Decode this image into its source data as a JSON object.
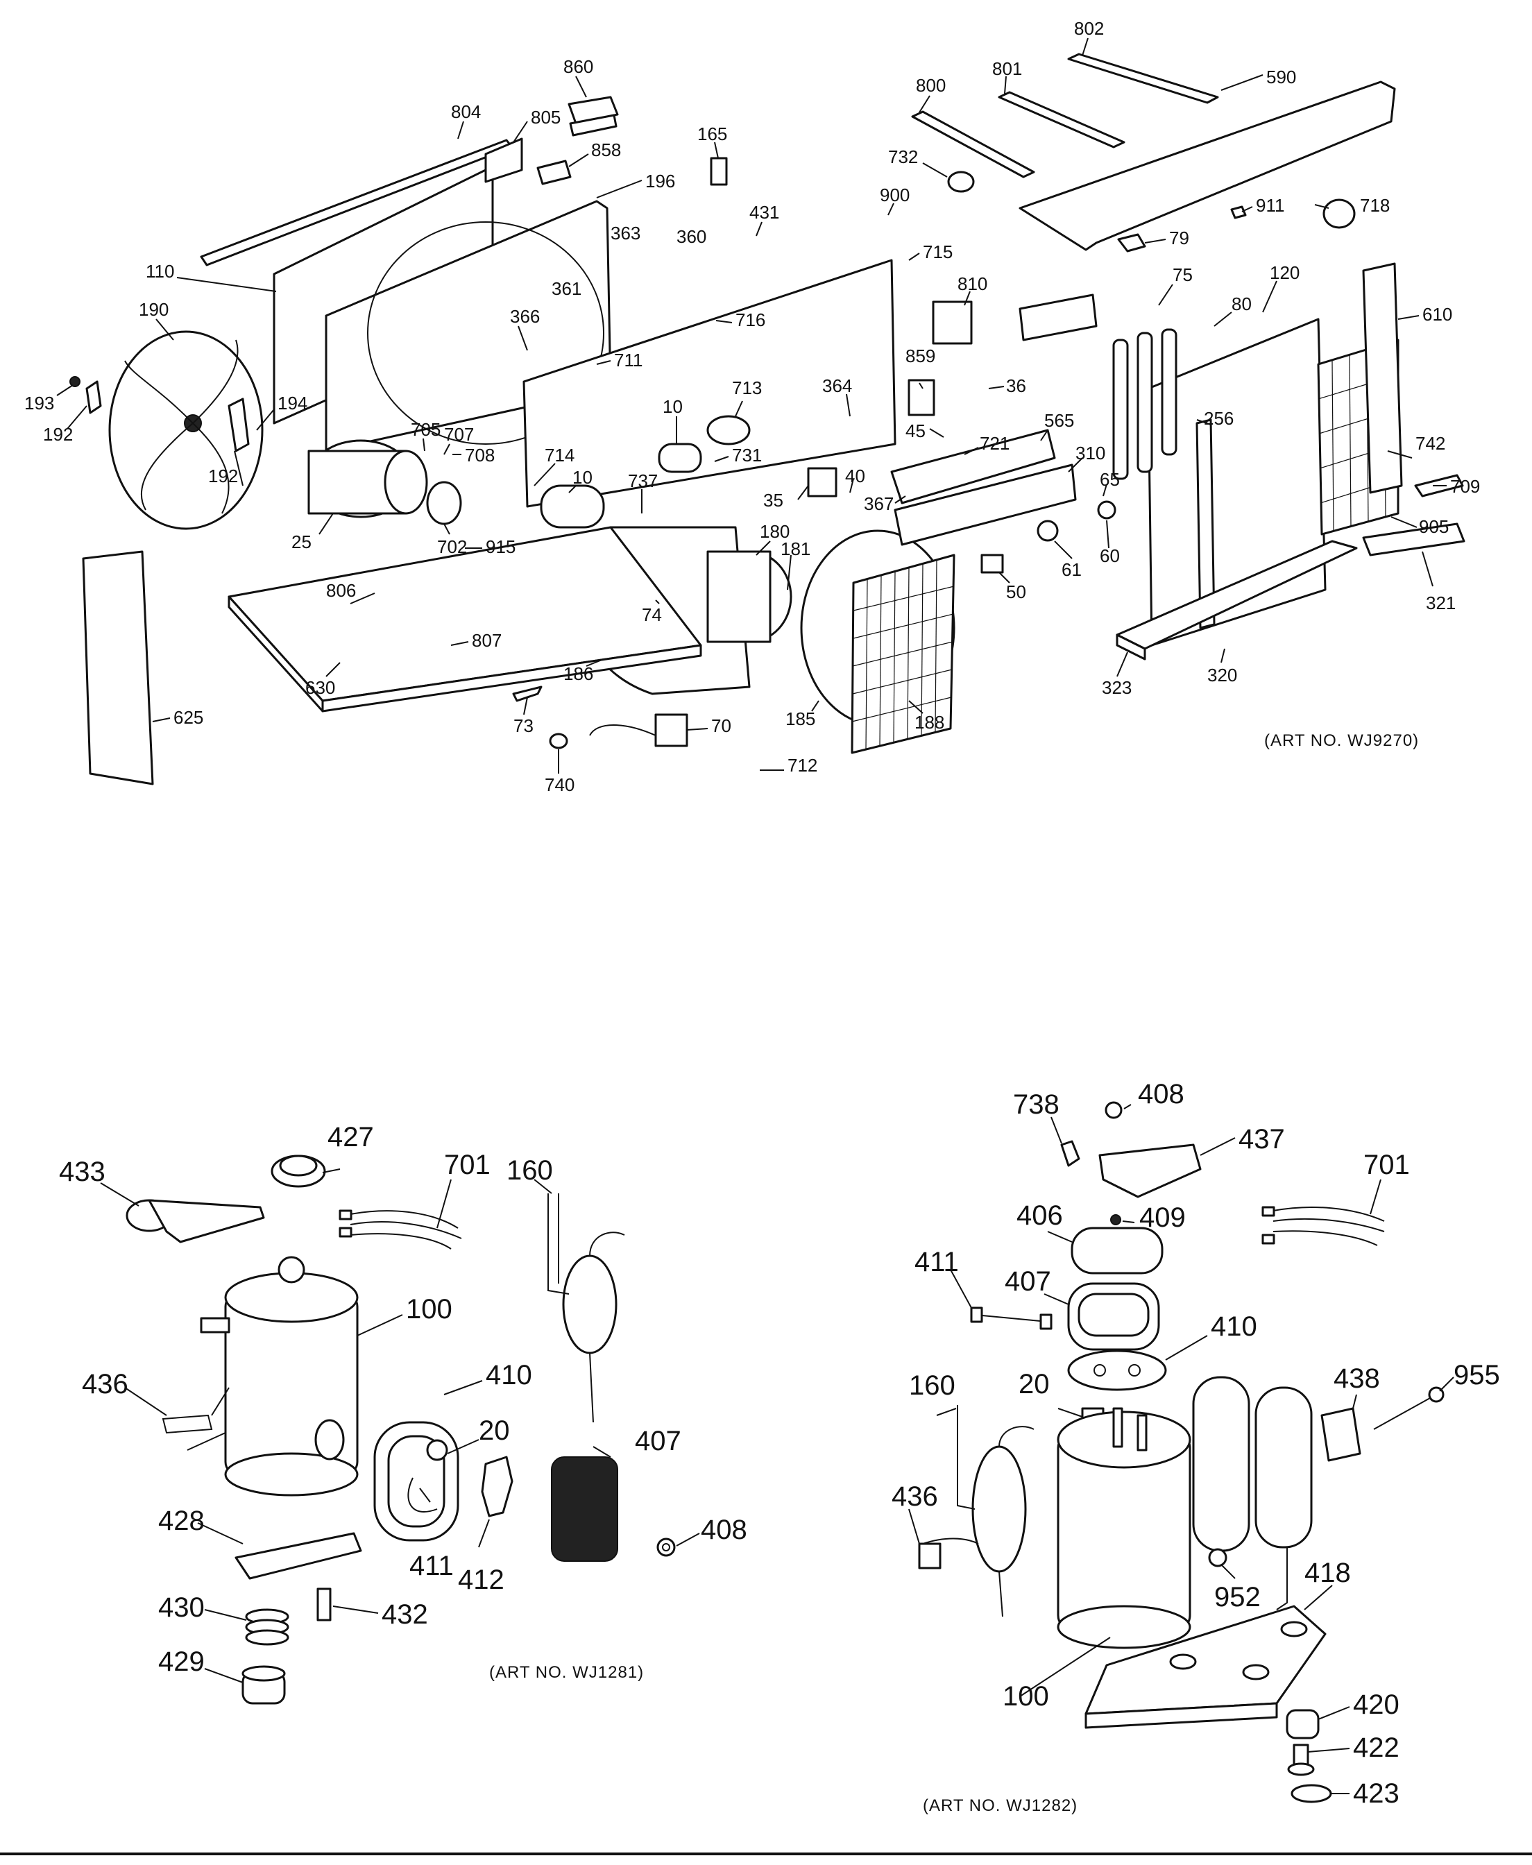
{
  "callouts": {
    "n802": "802",
    "n801": "801",
    "n800": "800",
    "n590": "590",
    "n860": "860",
    "n804": "804",
    "n805": "805",
    "n858": "858",
    "n165": "165",
    "n196": "196",
    "n732": "732",
    "n911": "911",
    "n718": "718",
    "n900": "900",
    "n431": "431",
    "n363": "363",
    "n360": "360",
    "n715": "715",
    "n79": "79",
    "n110": "110",
    "n361": "361",
    "n75": "75",
    "n80": "80",
    "n120": "120",
    "n610": "610",
    "n190": "190",
    "n366": "366",
    "n716": "716",
    "n810": "810",
    "n711": "711",
    "n859": "859",
    "n36": "36",
    "n193": "193",
    "n194": "194",
    "n192a": "192",
    "n713": "713",
    "n364": "364",
    "n10a": "10",
    "n256": "256",
    "n705": "705",
    "n707": "707",
    "n708": "708",
    "n565": "565",
    "n45": "45",
    "n721": "721",
    "n742": "742",
    "n192b": "192",
    "n714": "714",
    "n731": "731",
    "n310": "310",
    "n10b": "10",
    "n709": "709",
    "n737": "737",
    "n35": "35",
    "n40": "40",
    "n367": "367",
    "n65": "65",
    "n25": "25",
    "n702": "702",
    "n905": "905",
    "n180": "180",
    "n915": "915",
    "n181": "181",
    "n61": "61",
    "n60": "60",
    "n50": "50",
    "n321": "321",
    "n806": "806",
    "n74": "74",
    "n807": "807",
    "n625": "625",
    "n630": "630",
    "n186": "186",
    "n323": "323",
    "n320": "320",
    "n185": "185",
    "n188": "188",
    "n73": "73",
    "n70": "70",
    "n740": "740",
    "n712": "712",
    "b433": "433",
    "b427": "427",
    "b701a": "701",
    "b160a": "160",
    "b100a": "100",
    "b436a": "436",
    "b410a": "410",
    "b20a": "20",
    "b407a": "407",
    "b428": "428",
    "b411a": "411",
    "b412": "412",
    "b408a": "408",
    "b430": "430",
    "b432": "432",
    "b429": "429",
    "c738": "738",
    "c408b": "408",
    "c437": "437",
    "c701b": "701",
    "c406": "406",
    "c409": "409",
    "c411b": "411",
    "c407b": "407",
    "c410b": "410",
    "c160b": "160",
    "c20b": "20",
    "c438": "438",
    "c955": "955",
    "c436b": "436",
    "c952": "952",
    "c418": "418",
    "c100b": "100",
    "c420": "420",
    "c422": "422",
    "c423": "423"
  },
  "art_numbers": {
    "top": "(ART NO. WJ9270)",
    "bottom_left": "(ART NO. WJ1281)",
    "bottom_right": "(ART NO. WJ1282)"
  }
}
